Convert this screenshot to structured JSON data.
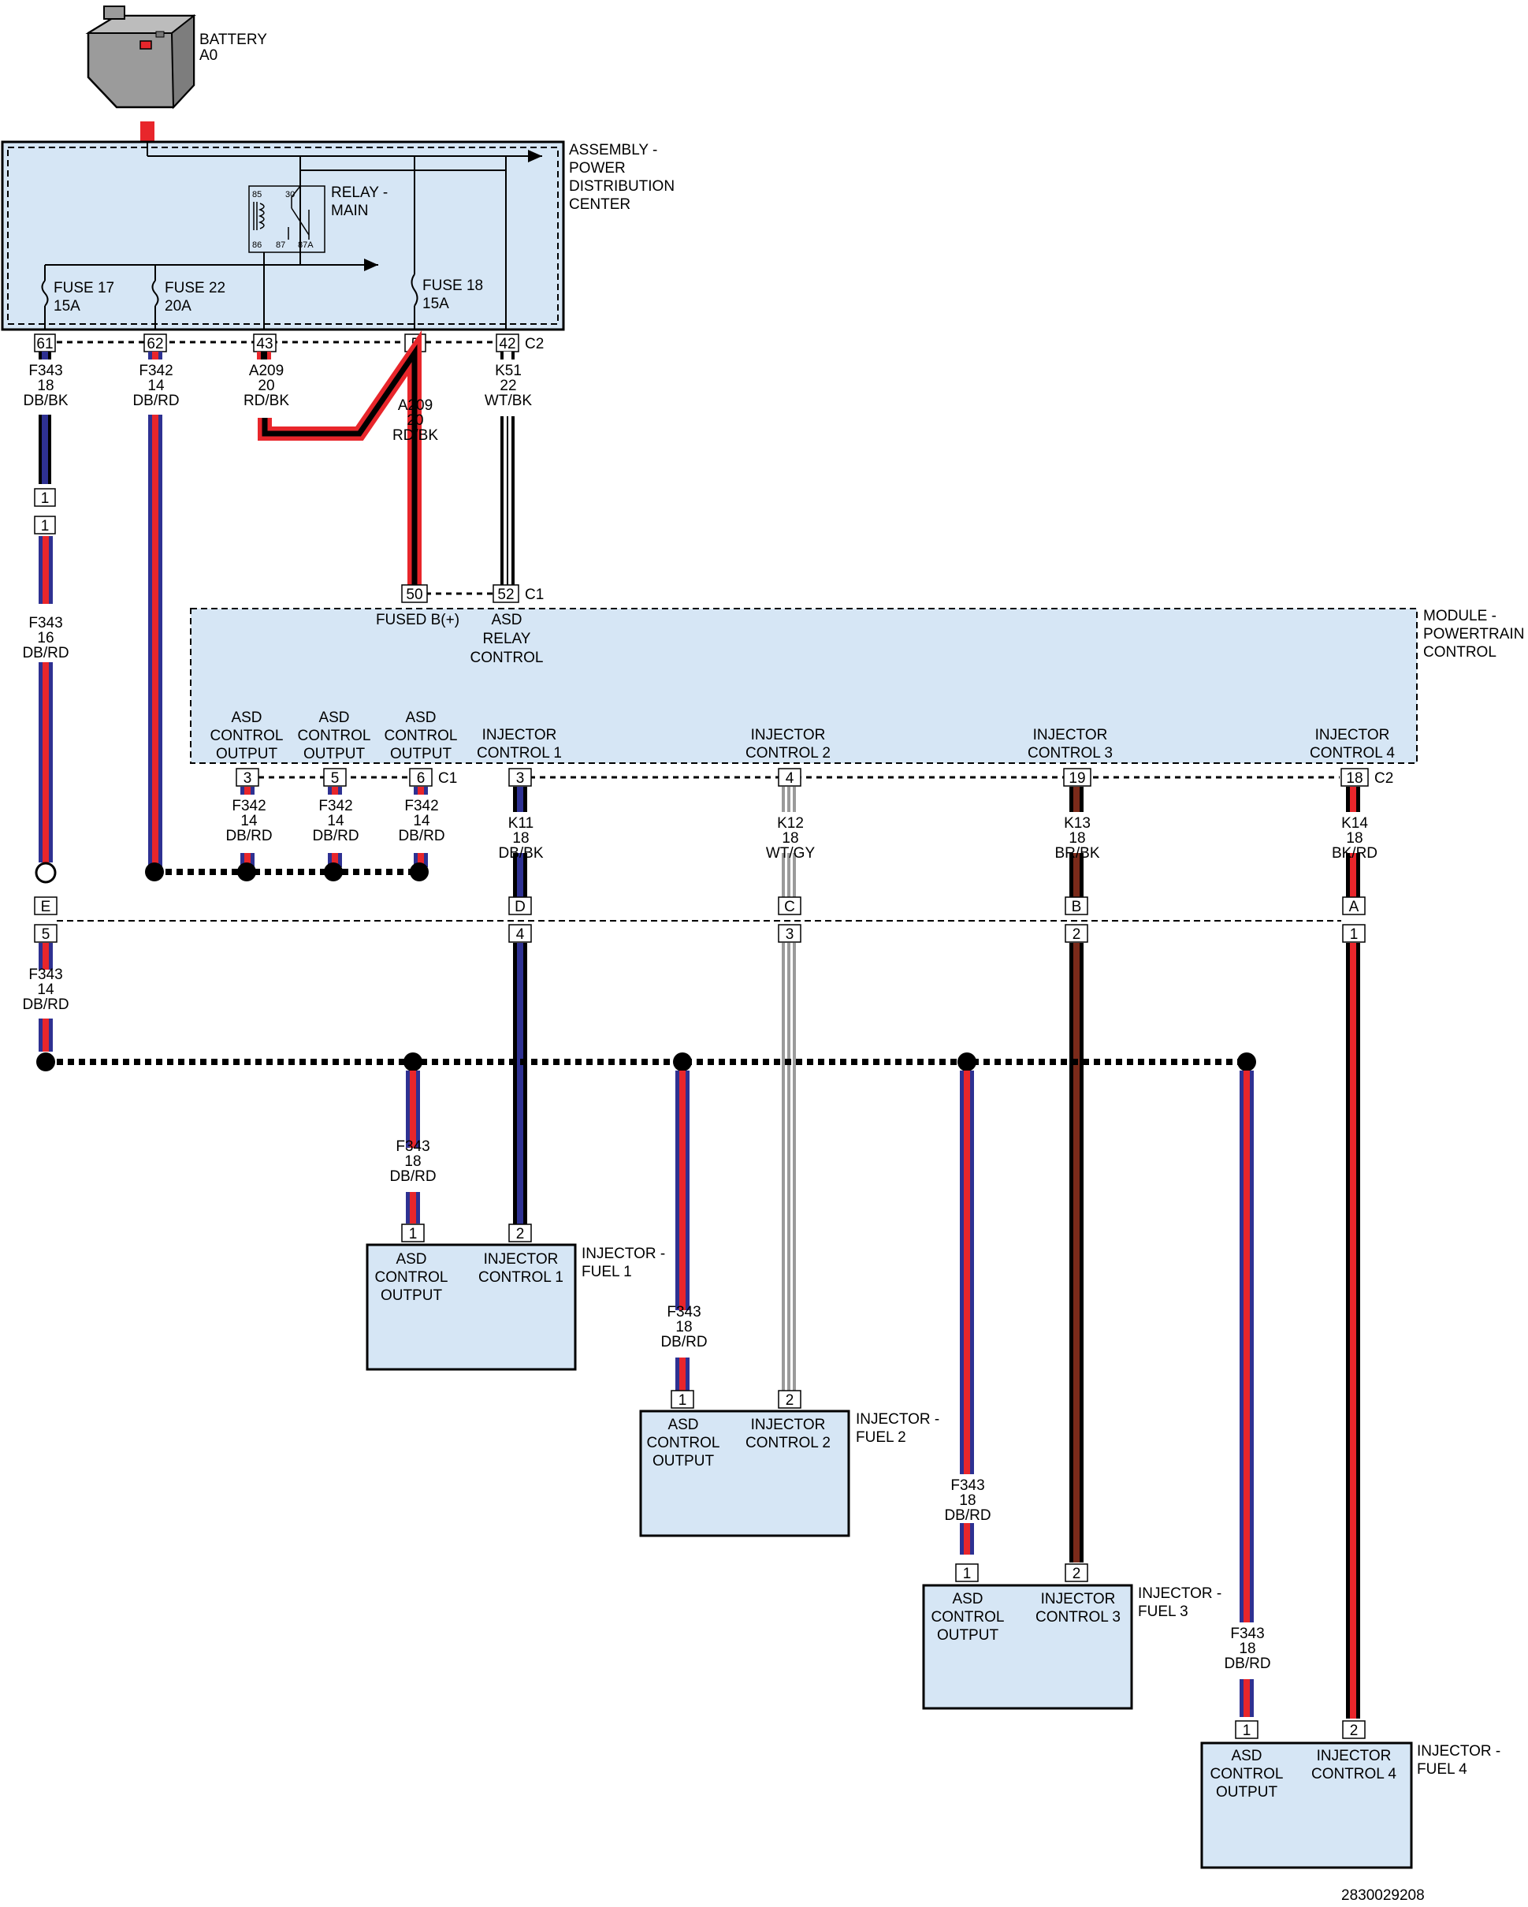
{
  "battery": {
    "lines": [
      "BATTERY",
      "A0"
    ]
  },
  "pdc": {
    "lines": [
      "ASSEMBLY -",
      "POWER",
      "DISTRIBUTION",
      "CENTER"
    ],
    "connector": "C2"
  },
  "relay": {
    "lines": [
      "RELAY -",
      "MAIN"
    ],
    "pins": [
      "85",
      "30",
      "86",
      "87",
      "87A"
    ]
  },
  "fuses": [
    {
      "name": "FUSE 17",
      "rating": "15A"
    },
    {
      "name": "FUSE 22",
      "rating": "20A"
    },
    {
      "name": "FUSE 18",
      "rating": "15A"
    }
  ],
  "pdc_pins": [
    "61",
    "62",
    "43",
    "5",
    "42"
  ],
  "wires_pdc": [
    {
      "lines": [
        "F343",
        "18",
        "DB/BK"
      ]
    },
    {
      "lines": [
        "F342",
        "14",
        "DB/RD"
      ]
    },
    {
      "lines": [
        "A209",
        "20",
        "RD/BK"
      ]
    },
    {
      "lines": [
        "A209",
        "20",
        "RD/BK"
      ]
    },
    {
      "lines": [
        "K51",
        "22",
        "WT/BK"
      ]
    }
  ],
  "inline1": {
    "top": "1",
    "bottom": "1"
  },
  "wire_f343_16": {
    "lines": [
      "F343",
      "16",
      "DB/RD"
    ]
  },
  "pcm": {
    "lines": [
      "MODULE -",
      "POWERTRAIN",
      "CONTROL"
    ],
    "c1_top": "C1",
    "top_pins": [
      {
        "pin": "50",
        "label": [
          "FUSED B(+)"
        ]
      },
      {
        "pin": "52",
        "label": [
          "ASD",
          "RELAY",
          "CONTROL"
        ]
      }
    ],
    "asd_outputs": [
      {
        "label": [
          "ASD",
          "CONTROL",
          "OUTPUT"
        ],
        "pin": "3"
      },
      {
        "label": [
          "ASD",
          "CONTROL",
          "OUTPUT"
        ],
        "pin": "5"
      },
      {
        "label": [
          "ASD",
          "CONTROL",
          "OUTPUT"
        ],
        "pin": "6"
      }
    ],
    "c1_bottom": "C1",
    "injector_pins": [
      {
        "label": [
          "INJECTOR",
          "CONTROL 1"
        ],
        "pin": "3"
      },
      {
        "label": [
          "INJECTOR",
          "CONTROL 2"
        ],
        "pin": "4"
      },
      {
        "label": [
          "INJECTOR",
          "CONTROL 3"
        ],
        "pin": "19"
      },
      {
        "label": [
          "INJECTOR",
          "CONTROL 4"
        ],
        "pin": "18"
      }
    ],
    "c2_bottom": "C2"
  },
  "wires_asd": [
    {
      "lines": [
        "F342",
        "14",
        "DB/RD"
      ]
    },
    {
      "lines": [
        "F342",
        "14",
        "DB/RD"
      ]
    },
    {
      "lines": [
        "F342",
        "14",
        "DB/RD"
      ]
    }
  ],
  "wires_inj": [
    {
      "lines": [
        "K11",
        "18",
        "DB/BK"
      ]
    },
    {
      "lines": [
        "K12",
        "18",
        "WT/GY"
      ]
    },
    {
      "lines": [
        "K13",
        "18",
        "BR/BK"
      ]
    },
    {
      "lines": [
        "K14",
        "18",
        "BK/RD"
      ]
    }
  ],
  "inline2": {
    "top": [
      "E",
      "D",
      "C",
      "B",
      "A"
    ],
    "bottom": [
      "5",
      "4",
      "3",
      "2",
      "1"
    ]
  },
  "wire_f343_14": {
    "lines": [
      "F343",
      "14",
      "DB/RD"
    ]
  },
  "wires_feed": [
    {
      "lines": [
        "F343",
        "18",
        "DB/RD"
      ]
    },
    {
      "lines": [
        "F343",
        "18",
        "DB/RD"
      ]
    },
    {
      "lines": [
        "F343",
        "18",
        "DB/RD"
      ]
    },
    {
      "lines": [
        "F343",
        "18",
        "DB/RD"
      ]
    }
  ],
  "injectors": [
    {
      "title": [
        "INJECTOR -",
        "FUEL 1"
      ],
      "pin1": "1",
      "pin2": "2",
      "left": [
        "ASD",
        "CONTROL",
        "OUTPUT"
      ],
      "right": [
        "INJECTOR",
        "CONTROL 1"
      ]
    },
    {
      "title": [
        "INJECTOR -",
        "FUEL 2"
      ],
      "pin1": "1",
      "pin2": "2",
      "left": [
        "ASD",
        "CONTROL",
        "OUTPUT"
      ],
      "right": [
        "INJECTOR",
        "CONTROL 2"
      ]
    },
    {
      "title": [
        "INJECTOR -",
        "FUEL 3"
      ],
      "pin1": "1",
      "pin2": "2",
      "left": [
        "ASD",
        "CONTROL",
        "OUTPUT"
      ],
      "right": [
        "INJECTOR",
        "CONTROL 3"
      ]
    },
    {
      "title": [
        "INJECTOR -",
        "FUEL 4"
      ],
      "pin1": "1",
      "pin2": "2",
      "left": [
        "ASD",
        "CONTROL",
        "OUTPUT"
      ],
      "right": [
        "INJECTOR",
        "CONTROL 4"
      ]
    }
  ],
  "figure_id": "2830029208",
  "colors": {
    "component_fill": "#d6e6f5",
    "red": "#e8262b",
    "blue": "#2e3192",
    "black": "#000000",
    "brown": "#7a2a1a",
    "gray": "#9a9a9a"
  }
}
